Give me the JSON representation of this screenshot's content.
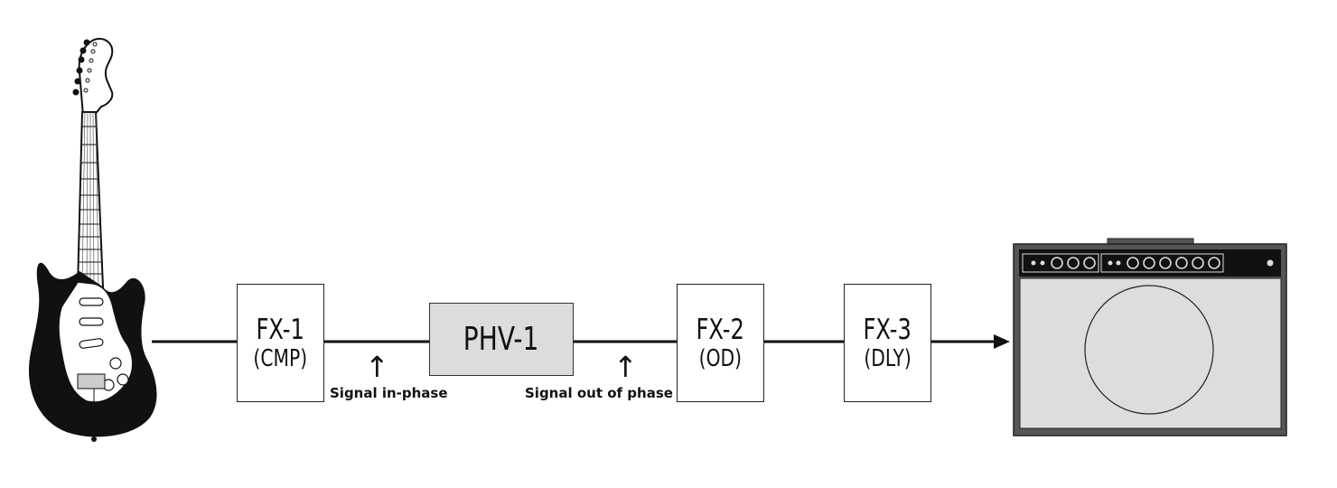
{
  "diagram": {
    "guitar": {
      "icon": "electric-guitar-icon"
    },
    "amp": {
      "icon": "guitar-amplifier-icon"
    },
    "boxes": [
      {
        "title": "FX-1",
        "sub": "(CMP)"
      },
      {
        "title": "PHV-1",
        "sub": ""
      },
      {
        "title": "FX-2",
        "sub": "(OD)"
      },
      {
        "title": "FX-3",
        "sub": "(DLY)"
      }
    ],
    "notes": {
      "in_phase": "Signal in-phase",
      "out_of_phase": "Signal out of phase"
    },
    "arrow_glyph": "↑",
    "colors": {
      "line": "#111111",
      "phv_fill": "#dcdcdc",
      "amp_body": "#555555",
      "amp_grille": "#dddddd"
    }
  }
}
